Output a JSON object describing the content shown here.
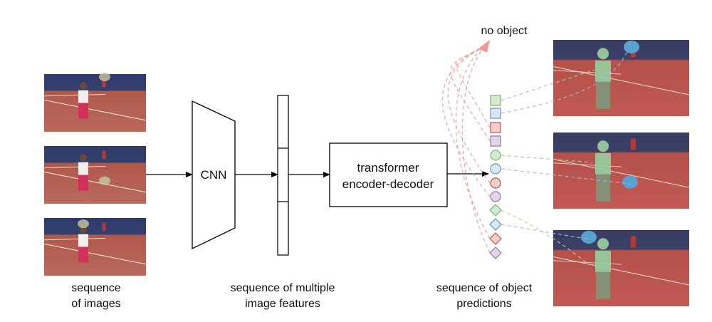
{
  "inputs": {
    "label_line1": "sequence",
    "label_line2": "of images",
    "frame_count": 3
  },
  "cnn": {
    "label": "CNN"
  },
  "features": {
    "label_line1": "sequence of multiple",
    "label_line2": "image features",
    "segments": 3
  },
  "transformer": {
    "label_line1": "transformer",
    "label_line2": "encoder-decoder"
  },
  "predictions": {
    "label_line1": "sequence of object",
    "label_line2": "predictions",
    "no_object_label": "no object",
    "groups": [
      {
        "shape": "square",
        "colors": [
          "green",
          "blue",
          "red",
          "purple"
        ]
      },
      {
        "shape": "circle",
        "colors": [
          "green",
          "blue",
          "red",
          "purple"
        ]
      },
      {
        "shape": "diamond",
        "colors": [
          "green",
          "blue",
          "red",
          "purple"
        ]
      }
    ]
  },
  "colors": {
    "green": {
      "fill": "#d5e8d4",
      "stroke": "#82b366"
    },
    "blue": {
      "fill": "#dae8fc",
      "stroke": "#6c8ebf"
    },
    "red": {
      "fill": "#f8cecc",
      "stroke": "#b85450"
    },
    "purple": {
      "fill": "#e1d5e7",
      "stroke": "#9673a6"
    },
    "no_object_arrow": "#ea9a92"
  }
}
